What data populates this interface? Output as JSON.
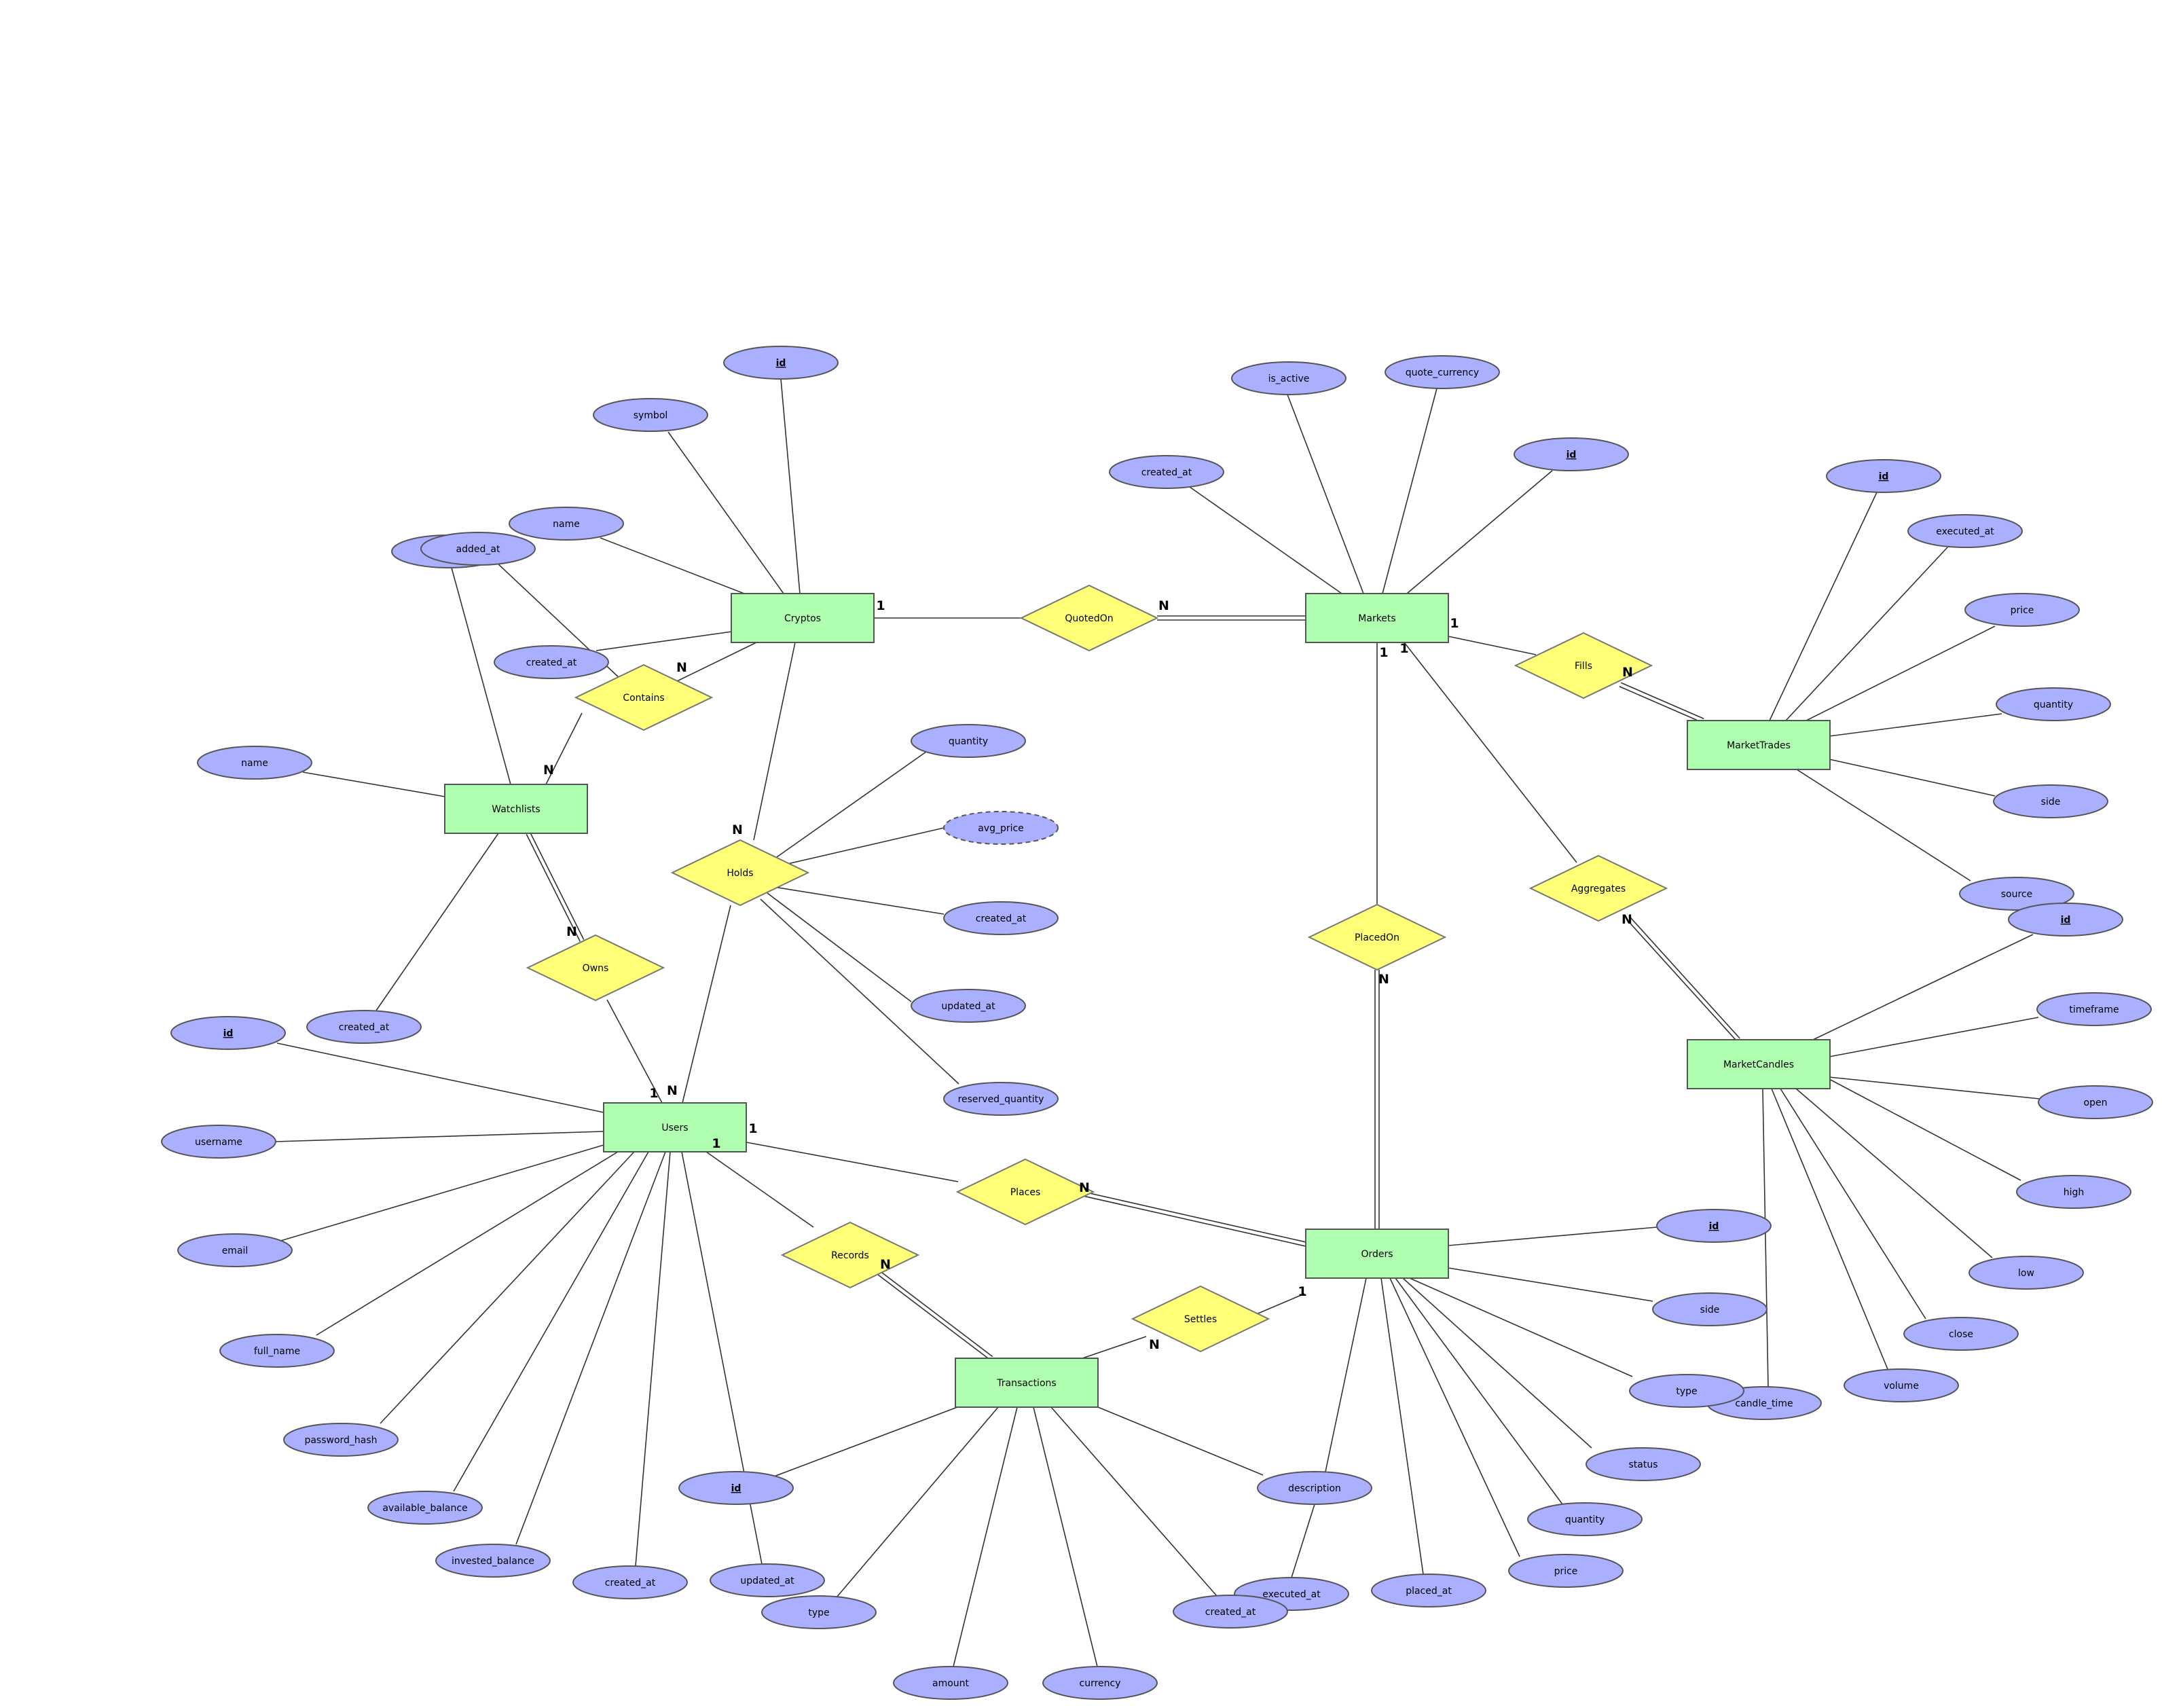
{
  "entities": {
    "cryptos": "Cryptos",
    "markets": "Markets",
    "markettrades": "MarketTrades",
    "watchlists": "Watchlists",
    "marketcandles": "MarketCandles",
    "users": "Users",
    "orders": "Orders",
    "transactions": "Transactions"
  },
  "relationships": {
    "quotedon": "QuotedOn",
    "fills": "Fills",
    "contains": "Contains",
    "holds": "Holds",
    "owns": "Owns",
    "aggregates": "Aggregates",
    "placedon": "PlacedOn",
    "places": "Places",
    "records": "Records",
    "settles": "Settles"
  },
  "attributes": {
    "cryptos_id": "id",
    "cryptos_symbol": "symbol",
    "cryptos_name": "name",
    "cryptos_created_at": "created_at",
    "markets_is_active": "is_active",
    "markets_quote_currency": "quote_currency",
    "markets_id": "id",
    "markets_created_at": "created_at",
    "trades_id": "id",
    "trades_executed_at": "executed_at",
    "trades_price": "price",
    "trades_quantity": "quantity",
    "trades_side": "side",
    "trades_source": "source",
    "contains_added_at": "added_at",
    "watchlists_name": "name",
    "watchlists_created_at": "created_at",
    "holds_quantity": "quantity",
    "holds_avg_price": "avg_price",
    "holds_created_at": "created_at",
    "holds_updated_at": "updated_at",
    "holds_reserved_quantity": "reserved_quantity",
    "candles_id": "id",
    "candles_timeframe": "timeframe",
    "candles_open": "open",
    "candles_high": "high",
    "candles_low": "low",
    "candles_close": "close",
    "candles_volume": "volume",
    "candles_candle_time": "candle_time",
    "users_id": "id",
    "users_username": "username",
    "users_email": "email",
    "users_full_name": "full_name",
    "users_password_hash": "password_hash",
    "users_available_balance": "available_balance",
    "users_invested_balance": "invested_balance",
    "users_created_at": "created_at",
    "users_updated_at": "updated_at",
    "orders_id": "id",
    "orders_side": "side",
    "orders_type": "type",
    "orders_status": "status",
    "orders_quantity": "quantity",
    "orders_price": "price",
    "orders_placed_at": "placed_at",
    "orders_executed_at": "executed_at",
    "tx_id": "id",
    "tx_type": "type",
    "tx_amount": "amount",
    "tx_currency": "currency",
    "tx_created_at": "created_at",
    "tx_description": "description"
  },
  "cardinality": {
    "one": "1",
    "many": "N"
  }
}
